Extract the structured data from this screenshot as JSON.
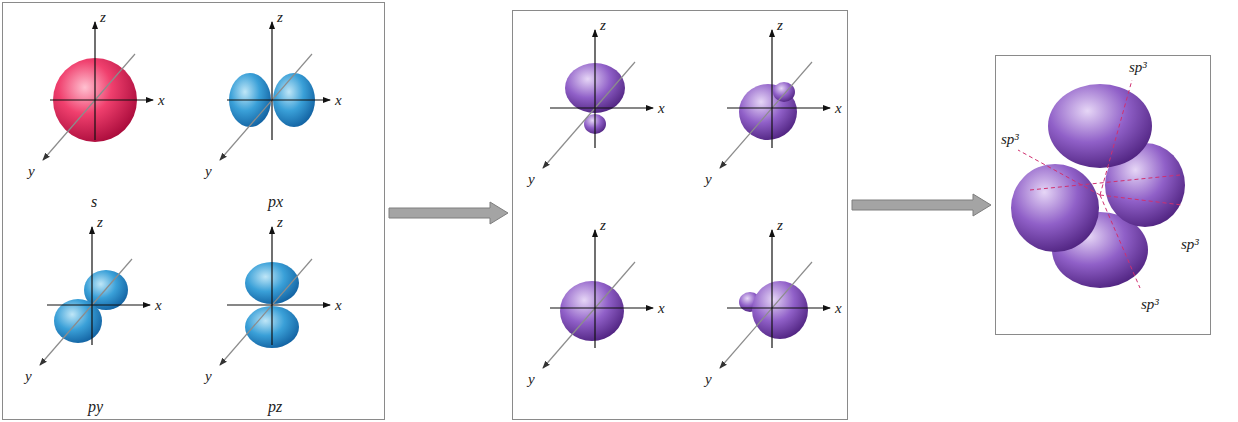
{
  "diagram": {
    "nodes": [
      {
        "text": [
          "z",
          "x",
          "y",
          "s",
          "z",
          "x",
          "y",
          "px",
          "z",
          "x",
          "y",
          "py",
          "z",
          "x",
          "y",
          "pz"
        ]
      },
      {
        "text": [
          "z",
          "x",
          "y",
          "z",
          "x",
          "y",
          "z",
          "x",
          "y",
          "z",
          "x",
          "y"
        ]
      },
      {
        "text": [
          "sp³",
          "sp³",
          "sp³",
          "sp³"
        ]
      }
    ],
    "edges": [
      {
        "from": 0,
        "to": 1,
        "arrow": "to"
      },
      {
        "from": 1,
        "to": 2,
        "arrow": "to"
      }
    ]
  }
}
